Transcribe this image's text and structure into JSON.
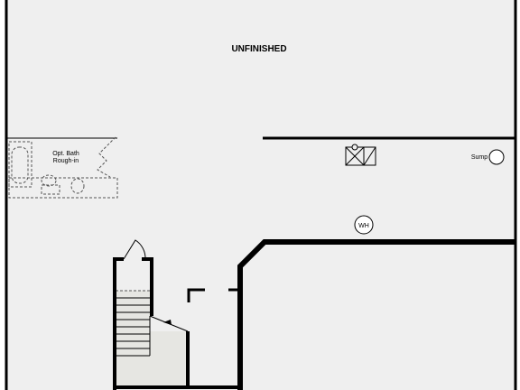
{
  "rooms": {
    "unfinished": "UNFINISHED"
  },
  "fixtures": {
    "bath_label_line1": "Opt. Bath",
    "bath_label_line2": "Rough-in",
    "sump_label": "Sump",
    "water_heater_label": "WH"
  },
  "colors": {
    "floor": "#efefef",
    "wall": "#000000",
    "stair_fill": "#e6e6e2",
    "dashed": "#555555"
  }
}
